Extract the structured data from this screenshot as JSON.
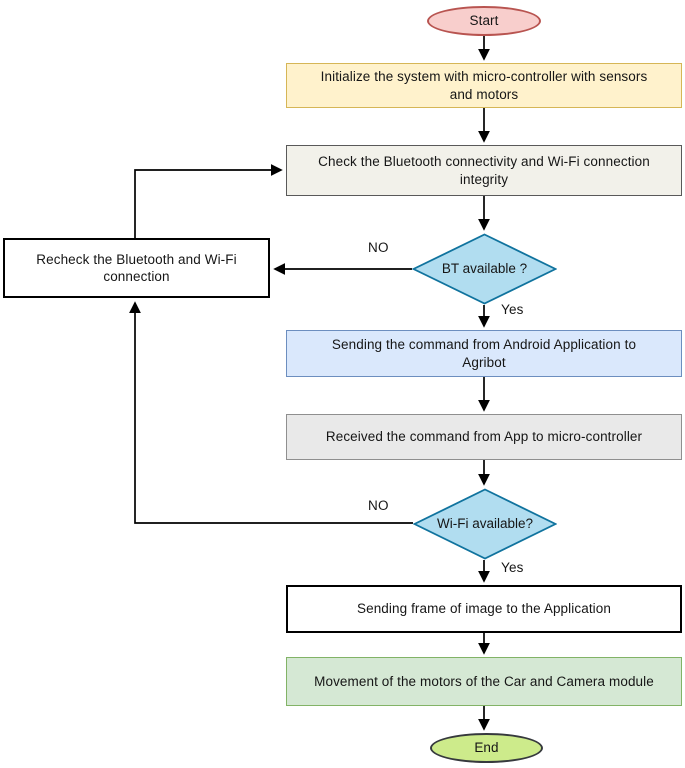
{
  "nodes": {
    "start": {
      "label": "Start",
      "type": "terminator",
      "fill": "#f8cecc",
      "stroke": "#b85450"
    },
    "initialize": {
      "label": "Initialize the system with micro-controller with sensors and motors",
      "type": "process",
      "fill": "#fff2cc",
      "stroke": "#d6b656"
    },
    "check": {
      "label": "Check the Bluetooth connectivity and Wi-Fi connection integrity",
      "type": "process",
      "fill": "#f2f1ea",
      "stroke": "#595959"
    },
    "bt_decision": {
      "label": "BT available ?",
      "type": "decision",
      "fill": "#b1ddf0",
      "stroke": "#10739e"
    },
    "recheck": {
      "label": "Recheck the Bluetooth and Wi-Fi connection",
      "type": "process",
      "fill": "#ffffff",
      "stroke": "#000000"
    },
    "send_command": {
      "label": "Sending the command from Android Application to Agribot",
      "type": "process",
      "fill": "#dae8fc",
      "stroke": "#6c8ebf"
    },
    "received": {
      "label": "Received the command from App to micro-controller",
      "type": "process",
      "fill": "#e9e9e9",
      "stroke": "#8f8f8f"
    },
    "wifi_decision": {
      "label": "Wi-Fi available?",
      "type": "decision",
      "fill": "#b1ddf0",
      "stroke": "#10739e"
    },
    "send_frame": {
      "label": "Sending frame of image to the Application",
      "type": "process",
      "fill": "#ffffff",
      "stroke": "#000000"
    },
    "movement": {
      "label": "Movement of the motors of the Car and Camera module",
      "type": "process",
      "fill": "#d5e8d4",
      "stroke": "#82b366"
    },
    "end": {
      "label": "End",
      "type": "terminator",
      "fill": "#cdeb8b",
      "stroke": "#36393d"
    }
  },
  "edge_labels": {
    "bt_no": "NO",
    "bt_yes": "Yes",
    "wifi_no": "NO",
    "wifi_yes": "Yes"
  },
  "connector_color": "#000000"
}
